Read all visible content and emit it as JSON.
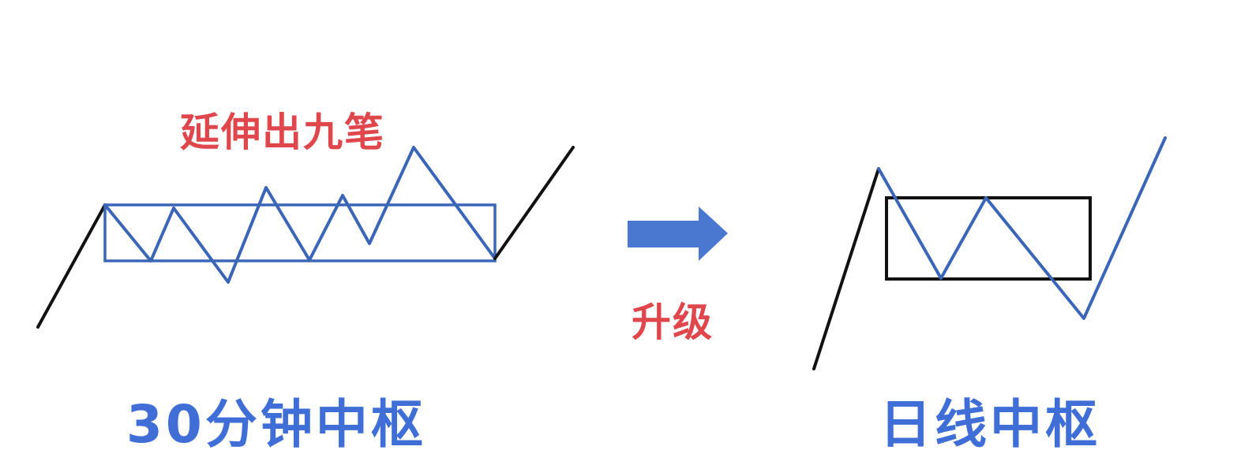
{
  "labels": {
    "extend_note": "延伸出九笔",
    "upgrade_note": "升级",
    "left_title": "30分钟中枢",
    "right_title": "日线中枢"
  },
  "colors": {
    "stroke_blue": "#3b66b8",
    "stroke_black": "#111111",
    "arrow_blue": "#4a78d0",
    "label_red": "#e0474c",
    "label_blue": "#3f6fd6"
  },
  "icons": {
    "transition_arrow": "right-arrow-icon"
  },
  "diagrams": {
    "left": {
      "name": "30分钟中枢",
      "zigzag_segments": 9
    },
    "right": {
      "name": "日线中枢",
      "zigzag_segments": 4
    }
  }
}
